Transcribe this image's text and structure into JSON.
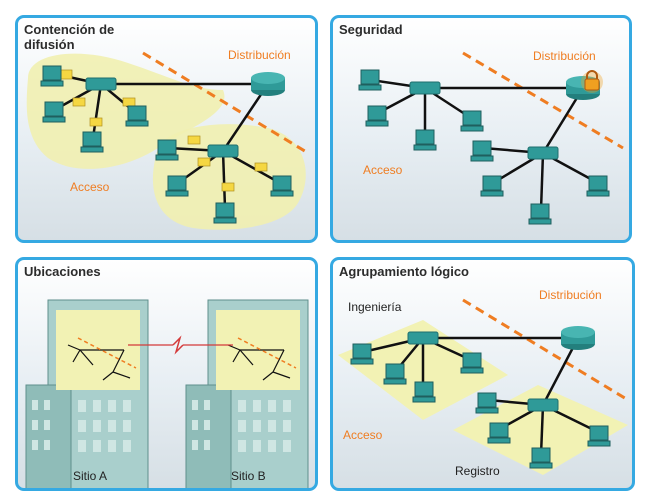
{
  "panels": {
    "broadcast": {
      "title": "Contención de difusión",
      "label_distribution": "Distribución",
      "label_access": "Acceso"
    },
    "security": {
      "title": "Seguridad",
      "label_distribution": "Distribución",
      "label_access": "Acceso"
    },
    "locations": {
      "title": "Ubicaciones",
      "site_a": "Sitio A",
      "site_b": "Sitio B"
    },
    "logical": {
      "title": "Agrupamiento lógico",
      "label_distribution": "Distribución",
      "label_access": "Acceso",
      "group_engineering": "Ingeniería",
      "group_registry": "Registro"
    }
  },
  "colors": {
    "panel_border": "#35a9e2",
    "accent_label": "#ef7d22",
    "zone_fill": "#f2f2b4",
    "device_teal": "#2f9a98",
    "envelope": "#f5d742",
    "lock": "#f0a020"
  },
  "icons": [
    "router-icon",
    "switch-icon",
    "pc-icon",
    "envelope-icon",
    "lock-icon",
    "building-icon",
    "wan-link-icon"
  ]
}
